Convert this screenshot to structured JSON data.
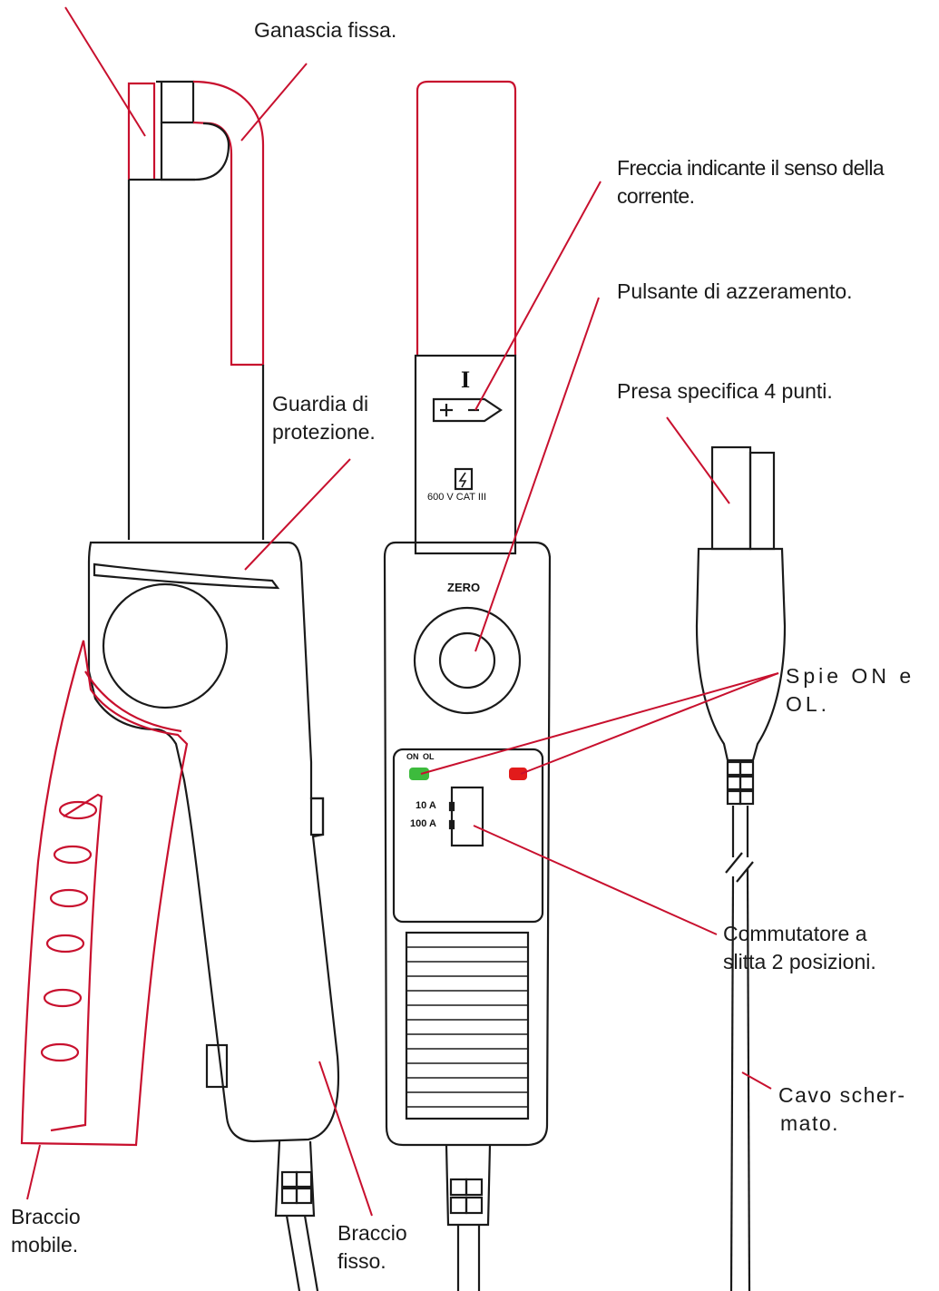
{
  "labels": {
    "ganascia_fissa": "Ganascia fissa.",
    "freccia_line1": "Freccia indicante il senso della",
    "freccia_line2": "corrente.",
    "pulsante": "Pulsante di azzeramento.",
    "presa": "Presa specifica 4 punti.",
    "guardia_line1": "Guardia di",
    "guardia_line2": "protezione.",
    "spie_line1": "Spie ON e",
    "spie_line2": "OL.",
    "commutatore_line1": "Commutatore a",
    "commutatore_line2": "slitta 2 posizioni.",
    "cavo_line1": "Cavo scher-",
    "cavo_line2": "mato.",
    "braccio_mobile_line1": "Braccio",
    "braccio_mobile_line2": "mobile.",
    "braccio_fisso_line1": "Braccio",
    "braccio_fisso_line2": "fisso."
  },
  "device": {
    "current_symbol": "I",
    "rating": "600 V CAT III",
    "zero_label": "ZERO",
    "on_label": "ON",
    "ol_label": "OL",
    "range_10": "10 A",
    "range_100": "100 A"
  },
  "colors": {
    "callout": "#c8102e",
    "outline": "#1a1a1a",
    "on_led": "#3dbb3d",
    "ol_led": "#e21b1b"
  }
}
